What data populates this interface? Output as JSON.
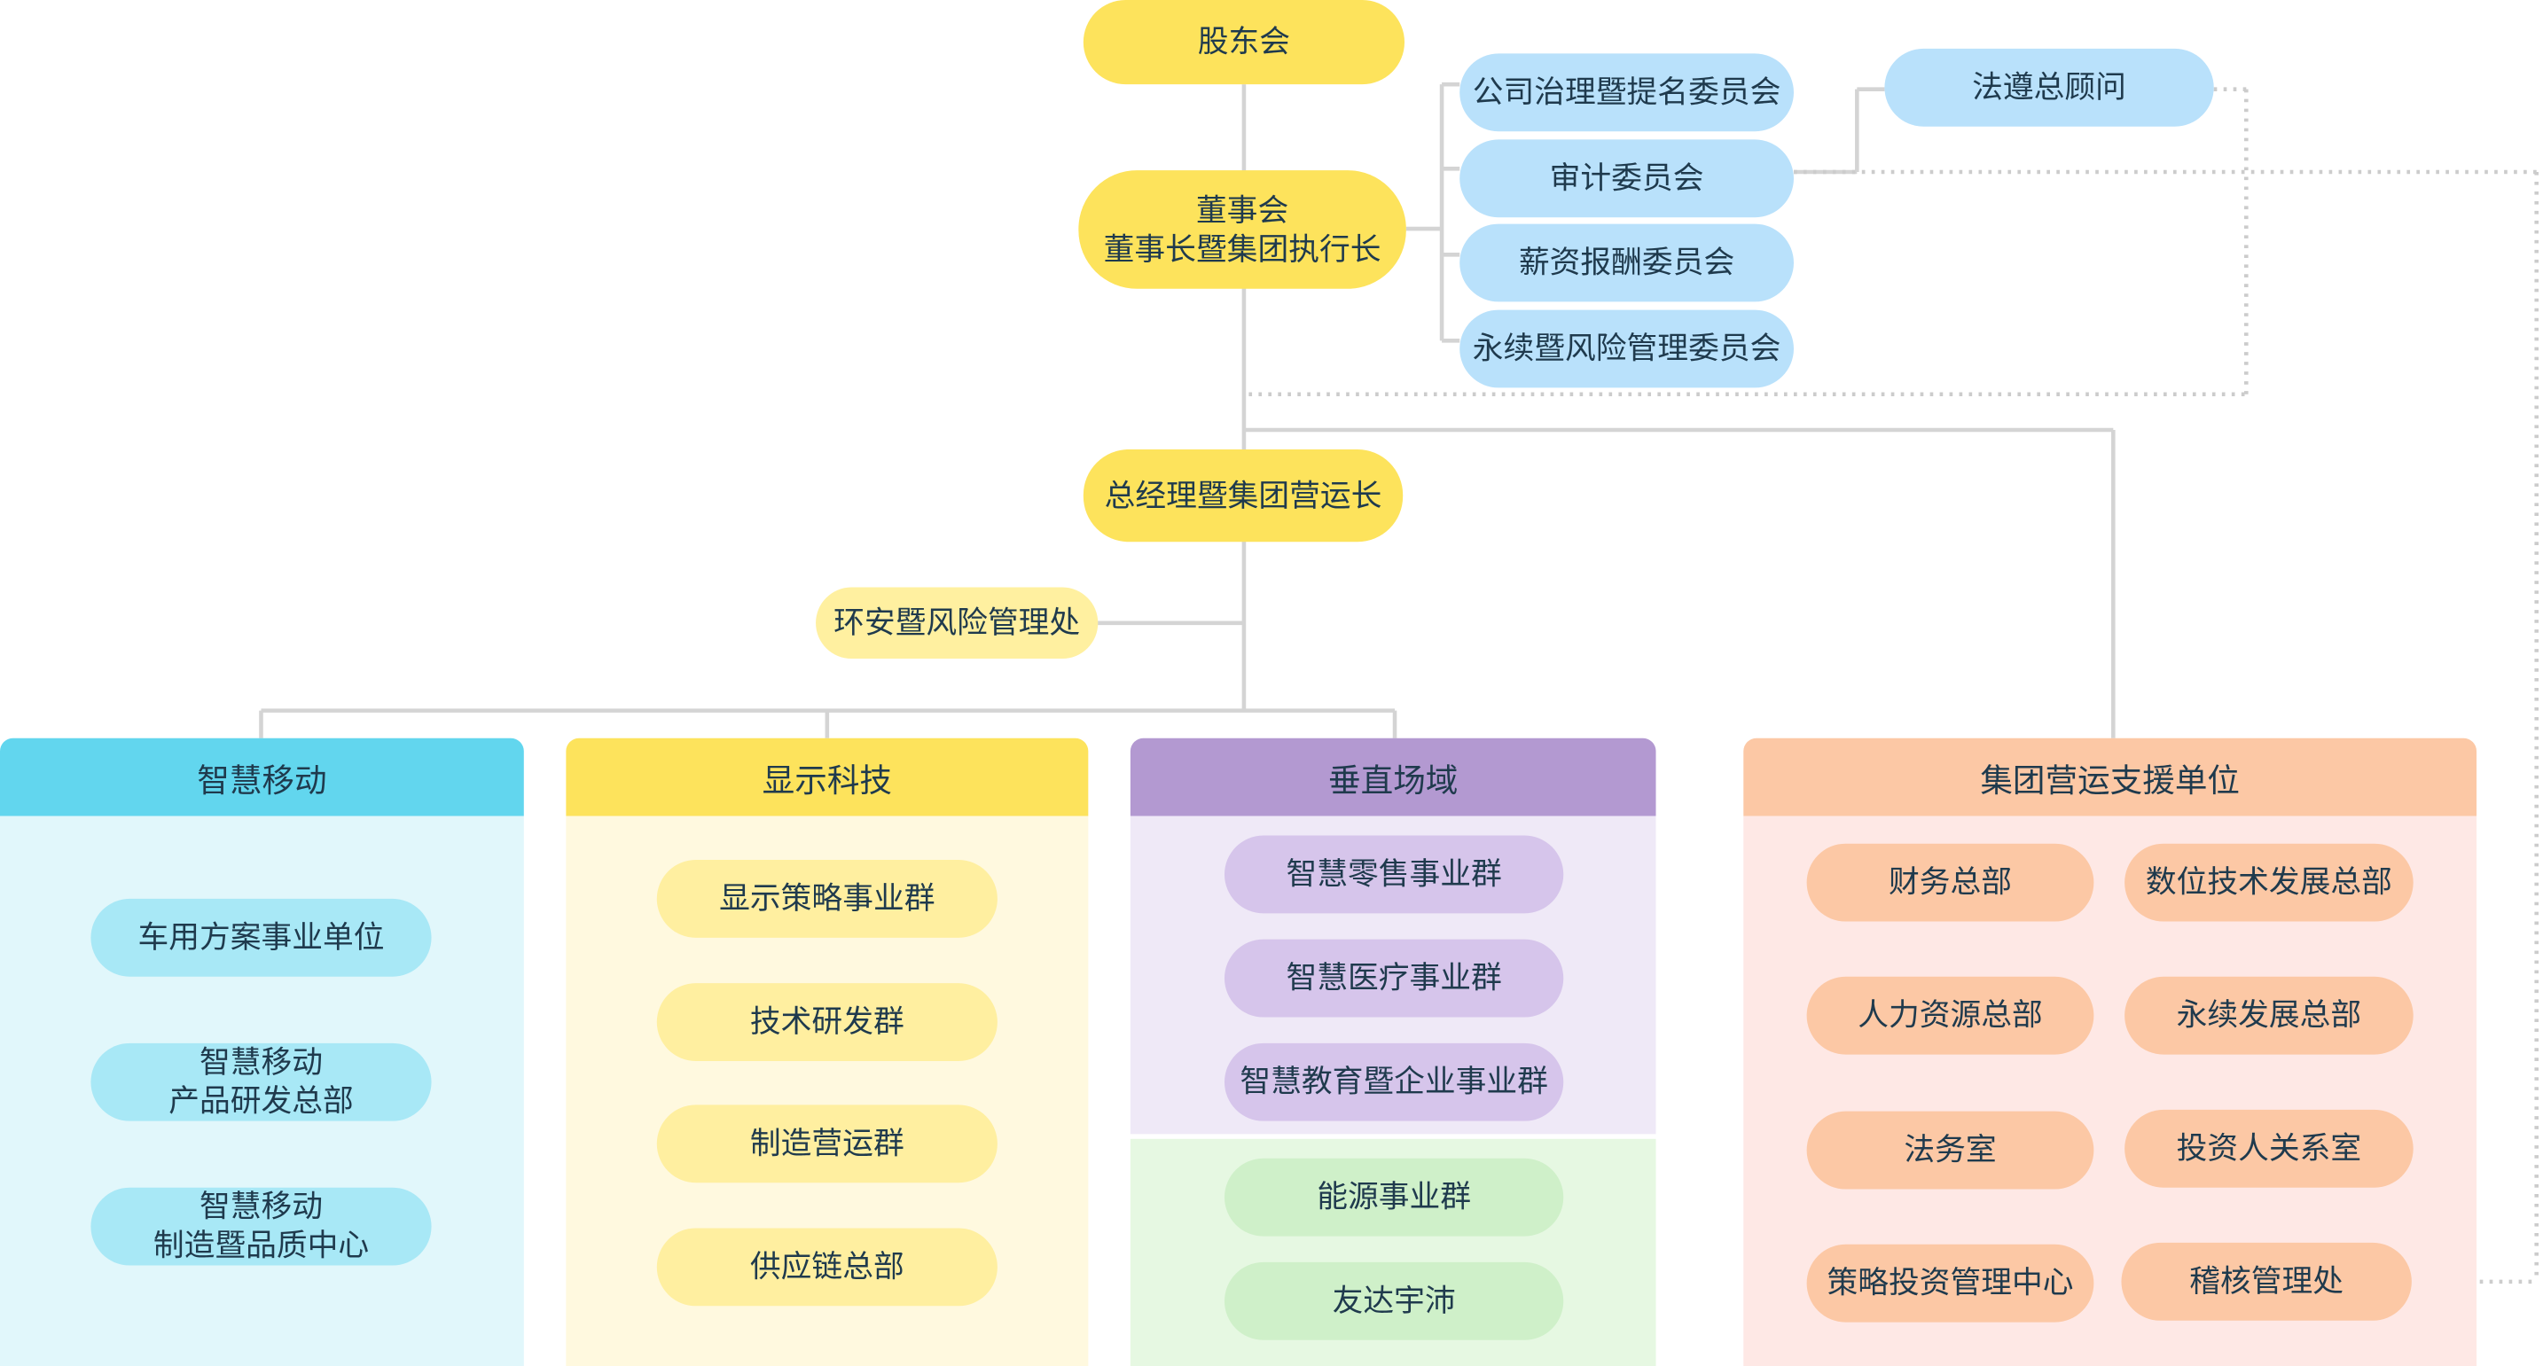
{
  "colors": {
    "line": "#d4d4d4",
    "yellow": "#fde35c",
    "yellow_light": "#fff0a0",
    "blue_pill": "#b9e1fb",
    "mobile_head": "#62d6ee",
    "mobile_body": "#e1f7fb",
    "mobile_pill": "#a8e8f6",
    "display_head": "#fde35c",
    "display_body": "#fff9df",
    "display_pill": "#ffefa0",
    "vertical_head": "#b399d1",
    "vertical_body": "#efe9f7",
    "vertical_pill": "#d6c5eb",
    "green_body": "#e6f8e2",
    "green_pill": "#cff0c9",
    "support_head": "#fcc8a5",
    "support_body": "#fee8e5",
    "support_pill": "#fcc8a5"
  },
  "top": {
    "shareholders": "股东会",
    "board": "董事会\n董事长暨集团执行长",
    "gm": "总经理暨集团营运长",
    "env_risk": "环安暨风险管理处"
  },
  "committees": [
    "公司治理暨提名委员会",
    "审计委员会",
    "薪资报酬委员会",
    "永续暨风险管理委员会"
  ],
  "counsel": "法遵总顾问",
  "groups": {
    "mobile": {
      "title": "智慧移动",
      "items": [
        "车用方案事业单位",
        "智慧移动\n产品研发总部",
        "智慧移动\n制造暨品质中心"
      ]
    },
    "display": {
      "title": "显示科技",
      "items": [
        "显示策略事业群",
        "技术研发群",
        "制造营运群",
        "供应链总部"
      ]
    },
    "vertical": {
      "title": "垂直场域",
      "items": [
        "智慧零售事业群",
        "智慧医疗事业群",
        "智慧教育暨企业事业群"
      ],
      "extra_items": [
        "能源事业群",
        "友达宇沛"
      ]
    },
    "support": {
      "title": "集团营运支援单位",
      "items": [
        "财务总部",
        "数位技术发展总部",
        "人力资源总部",
        "永续发展总部",
        "法务室",
        "投资人关系室",
        "策略投资管理中心",
        "稽核管理处"
      ]
    }
  }
}
